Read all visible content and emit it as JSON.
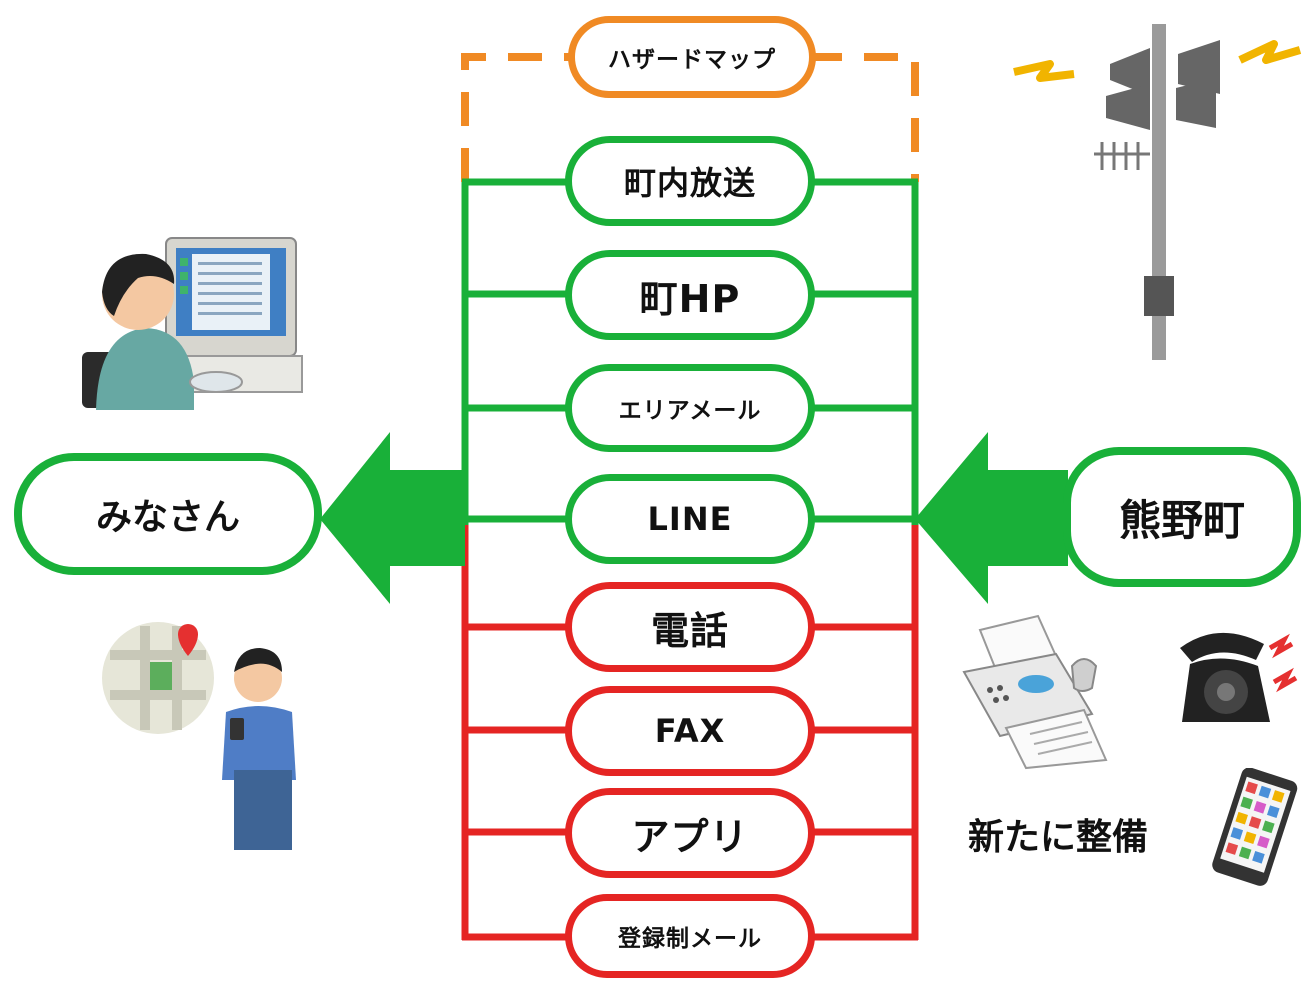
{
  "hazard_map": "ハザードマップ",
  "channels_existing": [
    {
      "label": "町内放送"
    },
    {
      "label": "町HP"
    },
    {
      "label": "エリアメール"
    },
    {
      "label": "LINE"
    }
  ],
  "channels_new": [
    {
      "label": "電話"
    },
    {
      "label": "FAX"
    },
    {
      "label": "アプリ"
    },
    {
      "label": "登録制メール"
    }
  ],
  "recipient": "みなさん",
  "sender": "熊野町",
  "new_note": "新たに整備",
  "colors": {
    "hazard": "#f08a24",
    "existing": "#19b039",
    "new": "#e52523"
  },
  "icons": [
    "pc-user-icon",
    "map-phone-user-icon",
    "loudspeaker-tower-icon",
    "fax-machine-icon",
    "telephone-icon",
    "smartphone-icon"
  ]
}
